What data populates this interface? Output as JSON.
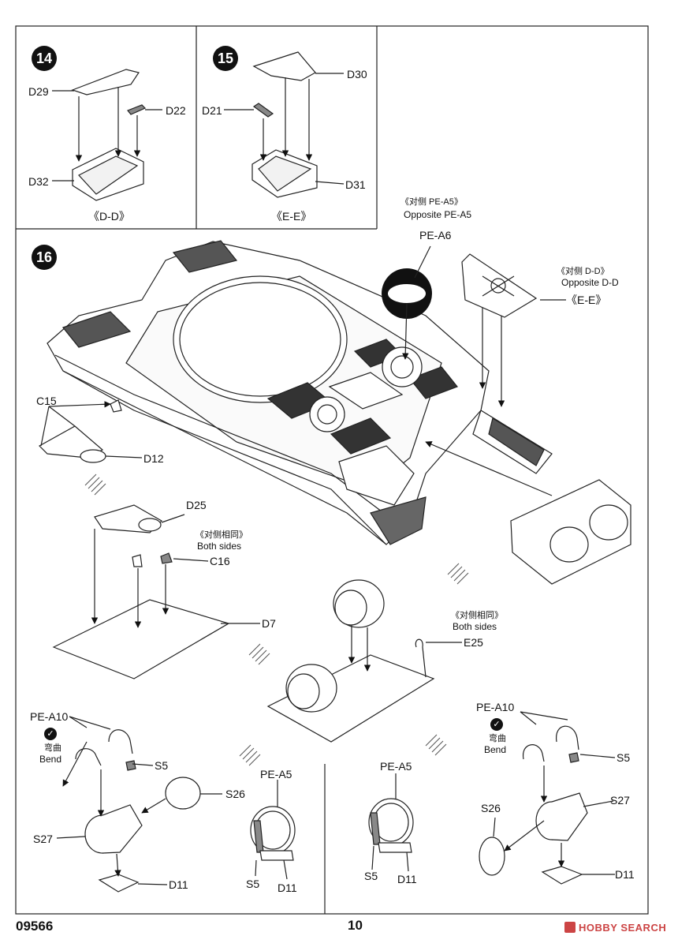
{
  "steps": {
    "s14": {
      "number": "14",
      "labels": {
        "d29": "D29",
        "d22": "D22",
        "d32": "D32"
      },
      "caption": "《D-D》"
    },
    "s15": {
      "number": "15",
      "labels": {
        "d30": "D30",
        "d21": "D21",
        "d31": "D31"
      },
      "caption": "《E-E》"
    },
    "s16": {
      "number": "16",
      "opp_a5_cn": "《对侧 PE-A5》",
      "opp_a5_en": "Opposite PE-A5",
      "pe_a6": "PE-A6",
      "opp_dd_cn": "《对侧 D-D》",
      "opp_dd_en": "Opposite D-D",
      "ee": "《E-E》",
      "c15": "C15",
      "d12": "D12",
      "d25": "D25",
      "both_cn_1": "《对侧相同》",
      "both_en_1": "Both sides",
      "c16": "C16",
      "d7": "D7",
      "both_cn_2": "《对侧相同》",
      "both_en_2": "Both sides",
      "e25": "E25"
    },
    "left_cluster": {
      "pe_a10": "PE-A10",
      "bend_cn": "弯曲",
      "bend_en": "Bend",
      "s5": "S5",
      "s26": "S26",
      "s27": "S27",
      "d11": "D11"
    },
    "mid_left": {
      "pe_a5": "PE-A5",
      "s5": "S5",
      "d11": "D11"
    },
    "mid_right": {
      "pe_a5": "PE-A5",
      "s5": "S5",
      "d11": "D11"
    },
    "right_cluster": {
      "pe_a10": "PE-A10",
      "bend_cn": "弯曲",
      "bend_en": "Bend",
      "s5": "S5",
      "s26": "S26",
      "s27": "S27",
      "d11": "D11"
    }
  },
  "footer": {
    "code": "09566",
    "page": "10",
    "brand": "HOBBY SEARCH"
  }
}
